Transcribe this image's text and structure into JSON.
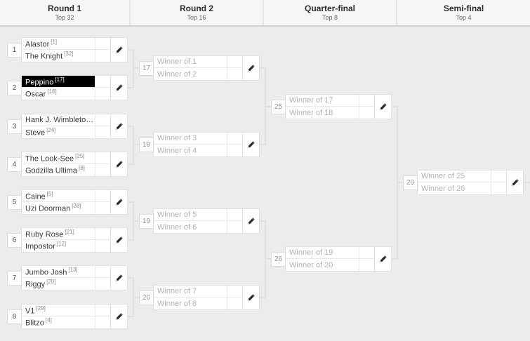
{
  "header": {
    "rounds": [
      {
        "title": "Round 1",
        "sub": "Top 32",
        "width": 186
      },
      {
        "title": "Round 2",
        "sub": "Top 16",
        "width": 190
      },
      {
        "title": "Quarter-final",
        "sub": "Top 8",
        "width": 190
      },
      {
        "title": "Semi-final",
        "sub": "Top 4",
        "width": 189
      }
    ]
  },
  "icons": {
    "edit": "pencil-icon"
  },
  "colors": {
    "page_background": "#ececec",
    "header_background": "#f6f6f6",
    "match_background": "#ffffff",
    "border": "#e0e0e0",
    "connector": "#dcdcdc",
    "highlight_background": "#000000",
    "highlight_text": "#ffffff",
    "placeholder_text": "#b4b4b4"
  },
  "rounds": [
    {
      "name": "Round 1",
      "matches": [
        {
          "no": "1",
          "slots": [
            {
              "name": "Alastor",
              "seed": "[1]",
              "placeholder": false,
              "highlight": false
            },
            {
              "name": "The Knight",
              "seed": "[32]",
              "placeholder": false,
              "highlight": false
            }
          ]
        },
        {
          "no": "2",
          "slots": [
            {
              "name": "Peppino",
              "seed": "[17]",
              "placeholder": false,
              "highlight": true
            },
            {
              "name": "Oscar",
              "seed": "[16]",
              "placeholder": false,
              "highlight": false
            }
          ]
        },
        {
          "no": "3",
          "slots": [
            {
              "name": "Hank J. Wimbleton…",
              "seed": "",
              "placeholder": false,
              "highlight": false
            },
            {
              "name": "Steve",
              "seed": "[24]",
              "placeholder": false,
              "highlight": false
            }
          ]
        },
        {
          "no": "4",
          "slots": [
            {
              "name": "The Look-See",
              "seed": "[25]",
              "placeholder": false,
              "highlight": false
            },
            {
              "name": "Godzilla Ultima",
              "seed": "[8]",
              "placeholder": false,
              "highlight": false
            }
          ]
        },
        {
          "no": "5",
          "slots": [
            {
              "name": "Caine",
              "seed": "[5]",
              "placeholder": false,
              "highlight": false
            },
            {
              "name": "Uzi Doorman",
              "seed": "[28]",
              "placeholder": false,
              "highlight": false
            }
          ]
        },
        {
          "no": "6",
          "slots": [
            {
              "name": "Ruby Rose",
              "seed": "[21]",
              "placeholder": false,
              "highlight": false
            },
            {
              "name": "Impostor",
              "seed": "[12]",
              "placeholder": false,
              "highlight": false
            }
          ]
        },
        {
          "no": "7",
          "slots": [
            {
              "name": "Jumbo Josh",
              "seed": "[13]",
              "placeholder": false,
              "highlight": false
            },
            {
              "name": "Riggy",
              "seed": "[20]",
              "placeholder": false,
              "highlight": false
            }
          ]
        },
        {
          "no": "8",
          "slots": [
            {
              "name": "V1",
              "seed": "[29]",
              "placeholder": false,
              "highlight": false
            },
            {
              "name": "Blitzo",
              "seed": "[4]",
              "placeholder": false,
              "highlight": false
            }
          ]
        }
      ]
    },
    {
      "name": "Round 2",
      "matches": [
        {
          "no": "17",
          "slots": [
            {
              "name": "Winner of 1",
              "seed": "",
              "placeholder": true,
              "highlight": false
            },
            {
              "name": "Winner of 2",
              "seed": "",
              "placeholder": true,
              "highlight": false
            }
          ]
        },
        {
          "no": "18",
          "slots": [
            {
              "name": "Winner of 3",
              "seed": "",
              "placeholder": true,
              "highlight": false
            },
            {
              "name": "Winner of 4",
              "seed": "",
              "placeholder": true,
              "highlight": false
            }
          ]
        },
        {
          "no": "19",
          "slots": [
            {
              "name": "Winner of 5",
              "seed": "",
              "placeholder": true,
              "highlight": false
            },
            {
              "name": "Winner of 6",
              "seed": "",
              "placeholder": true,
              "highlight": false
            }
          ]
        },
        {
          "no": "20",
          "slots": [
            {
              "name": "Winner of 7",
              "seed": "",
              "placeholder": true,
              "highlight": false
            },
            {
              "name": "Winner of 8",
              "seed": "",
              "placeholder": true,
              "highlight": false
            }
          ]
        }
      ]
    },
    {
      "name": "Quarter-final",
      "matches": [
        {
          "no": "25",
          "slots": [
            {
              "name": "Winner of 17",
              "seed": "",
              "placeholder": true,
              "highlight": false
            },
            {
              "name": "Winner of 18",
              "seed": "",
              "placeholder": true,
              "highlight": false
            }
          ]
        },
        {
          "no": "26",
          "slots": [
            {
              "name": "Winner of 19",
              "seed": "",
              "placeholder": true,
              "highlight": false
            },
            {
              "name": "Winner of 20",
              "seed": "",
              "placeholder": true,
              "highlight": false
            }
          ]
        }
      ]
    },
    {
      "name": "Semi-final",
      "matches": [
        {
          "no": "29",
          "slots": [
            {
              "name": "Winner of 25",
              "seed": "",
              "placeholder": true,
              "highlight": false
            },
            {
              "name": "Winner of 26",
              "seed": "",
              "placeholder": true,
              "highlight": false
            }
          ]
        }
      ]
    }
  ]
}
